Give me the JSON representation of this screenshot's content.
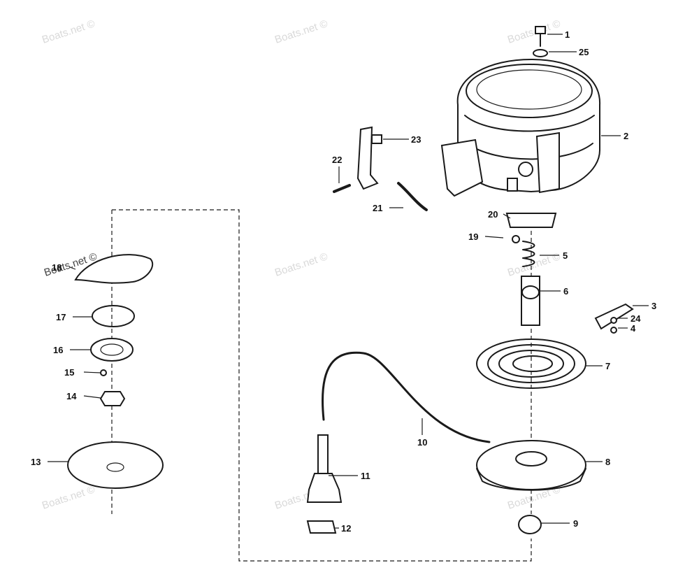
{
  "watermark": "Boats.net ©",
  "colors": {
    "ink": "#1a1a1a",
    "watermark": "#d9d9d9",
    "background": "#ffffff"
  },
  "callouts": {
    "c1": "1",
    "c2": "2",
    "c3": "3",
    "c4": "4",
    "c5": "5",
    "c6": "6",
    "c7": "7",
    "c8": "8",
    "c9": "9",
    "c10": "10",
    "c11": "11",
    "c12": "12",
    "c13": "13",
    "c14": "14",
    "c15": "15",
    "c16": "16",
    "c17": "17",
    "c18": "18",
    "c19": "19",
    "c20": "20",
    "c21": "21",
    "c22": "22",
    "c23": "23",
    "c24": "24",
    "c25": "25"
  }
}
